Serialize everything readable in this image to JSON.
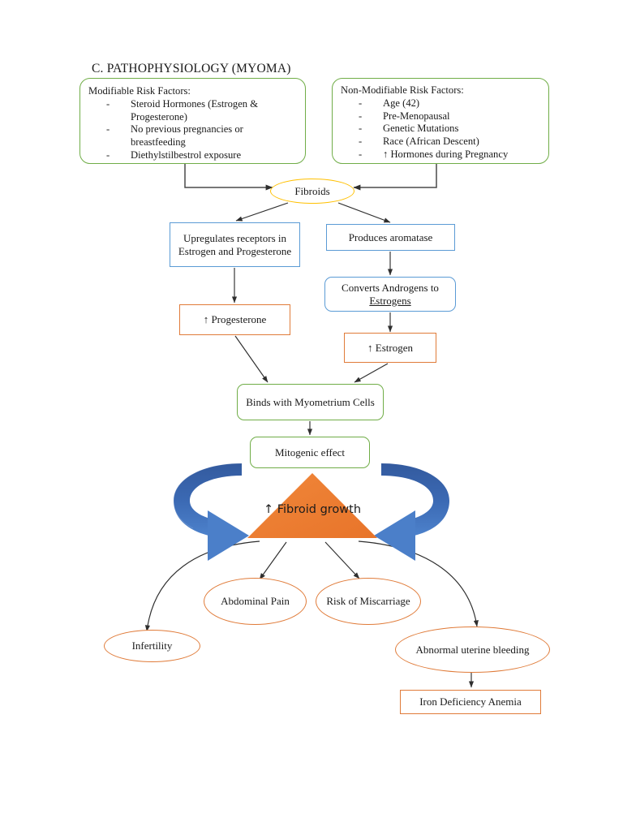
{
  "title": "C.  PATHOPHYSIOLOGY (MYOMA)",
  "colors": {
    "green_border": "#70ad47",
    "blue_border": "#5b9bd5",
    "orange_border": "#e07b39",
    "yellow_border": "#ffc000",
    "triangle_fill": "#ed7d31",
    "circular_arrow": "#4472c4",
    "connector": "#3f3f3f"
  },
  "risk_cards": {
    "modifiable": {
      "heading": "Modifiable Risk Factors:",
      "bullet": "-",
      "items": [
        "Steroid Hormones (Estrogen & Progesterone)",
        "No previous pregnancies or breastfeeding",
        "Diethylstilbestrol exposure"
      ]
    },
    "non_modifiable": {
      "heading": "Non-Modifiable Risk Factors:",
      "bullet": "-",
      "items": [
        "Age (42)",
        "Pre-Menopausal",
        "Genetic Mutations",
        "Race (African Descent)",
        "↑ Hormones during Pregnancy"
      ]
    }
  },
  "nodes": {
    "fibroids": "Fibroids",
    "upregulates": "Upregulates receptors in Estrogen and Progesterone",
    "produces_aromatase": "Produces aromatase",
    "progesterone": "↑ Progesterone",
    "converts_androgens_pre": "Converts Androgens to ",
    "converts_androgens_underlined": "Estrogens",
    "estrogen": "↑ Estrogen",
    "binds_myometrium": "Binds with Myometrium Cells",
    "mitogenic_effect": "Mitogenic effect",
    "fibroid_growth": "↑ Fibroid growth",
    "abdominal_pain": "Abdominal Pain",
    "risk_miscarriage": "Risk of Miscarriage",
    "infertility": "Infertility",
    "abnormal_bleeding": "Abnormal uterine bleeding",
    "iron_deficiency_anemia": "Iron Deficiency Anemia"
  },
  "chart_data": {
    "type": "diagram",
    "title": "C.  PATHOPHYSIOLOGY (MYOMA)",
    "diagram_kind": "pathophysiology-flowchart",
    "nodes": [
      {
        "id": "modifiable",
        "label": "Modifiable Risk Factors",
        "shape": "rounded-rect",
        "color": "#70ad47"
      },
      {
        "id": "non_modifiable",
        "label": "Non-Modifiable Risk Factors",
        "shape": "rounded-rect",
        "color": "#70ad47"
      },
      {
        "id": "fibroids",
        "label": "Fibroids",
        "shape": "ellipse",
        "color": "#ffc000"
      },
      {
        "id": "upregulates",
        "label": "Upregulates receptors in Estrogen and Progesterone",
        "shape": "rect",
        "color": "#5b9bd5"
      },
      {
        "id": "produces_aromatase",
        "label": "Produces aromatase",
        "shape": "rect",
        "color": "#5b9bd5"
      },
      {
        "id": "progesterone",
        "label": "↑ Progesterone",
        "shape": "rect",
        "color": "#e07b39"
      },
      {
        "id": "converts",
        "label": "Converts Androgens to Estrogens",
        "shape": "rounded-rect",
        "color": "#5b9bd5"
      },
      {
        "id": "estrogen",
        "label": "↑ Estrogen",
        "shape": "rect",
        "color": "#e07b39"
      },
      {
        "id": "binds",
        "label": "Binds with Myometrium Cells",
        "shape": "rounded-rect",
        "color": "#70ad47"
      },
      {
        "id": "mitogenic",
        "label": "Mitogenic effect",
        "shape": "rounded-rect",
        "color": "#70ad47"
      },
      {
        "id": "growth",
        "label": "↑ Fibroid growth",
        "shape": "triangle",
        "color": "#ed7d31"
      },
      {
        "id": "abdominal_pain",
        "label": "Abdominal Pain",
        "shape": "ellipse",
        "color": "#e07b39"
      },
      {
        "id": "risk_miscarriage",
        "label": "Risk of Miscarriage",
        "shape": "ellipse",
        "color": "#e07b39"
      },
      {
        "id": "infertility",
        "label": "Infertility",
        "shape": "ellipse",
        "color": "#e07b39"
      },
      {
        "id": "abnormal_bleeding",
        "label": "Abnormal uterine bleeding",
        "shape": "ellipse",
        "color": "#e07b39"
      },
      {
        "id": "anemia",
        "label": "Iron Deficiency Anemia",
        "shape": "rect",
        "color": "#e07b39"
      }
    ],
    "edges": [
      {
        "from": "modifiable",
        "to": "fibroids"
      },
      {
        "from": "non_modifiable",
        "to": "fibroids"
      },
      {
        "from": "fibroids",
        "to": "upregulates"
      },
      {
        "from": "fibroids",
        "to": "produces_aromatase"
      },
      {
        "from": "upregulates",
        "to": "progesterone"
      },
      {
        "from": "produces_aromatase",
        "to": "converts"
      },
      {
        "from": "converts",
        "to": "estrogen"
      },
      {
        "from": "progesterone",
        "to": "binds"
      },
      {
        "from": "estrogen",
        "to": "binds"
      },
      {
        "from": "binds",
        "to": "mitogenic"
      },
      {
        "from": "mitogenic",
        "to": "growth"
      },
      {
        "from": "growth",
        "to": "infertility"
      },
      {
        "from": "growth",
        "to": "abdominal_pain"
      },
      {
        "from": "growth",
        "to": "risk_miscarriage"
      },
      {
        "from": "growth",
        "to": "abnormal_bleeding"
      },
      {
        "from": "abnormal_bleeding",
        "to": "anemia"
      }
    ]
  }
}
